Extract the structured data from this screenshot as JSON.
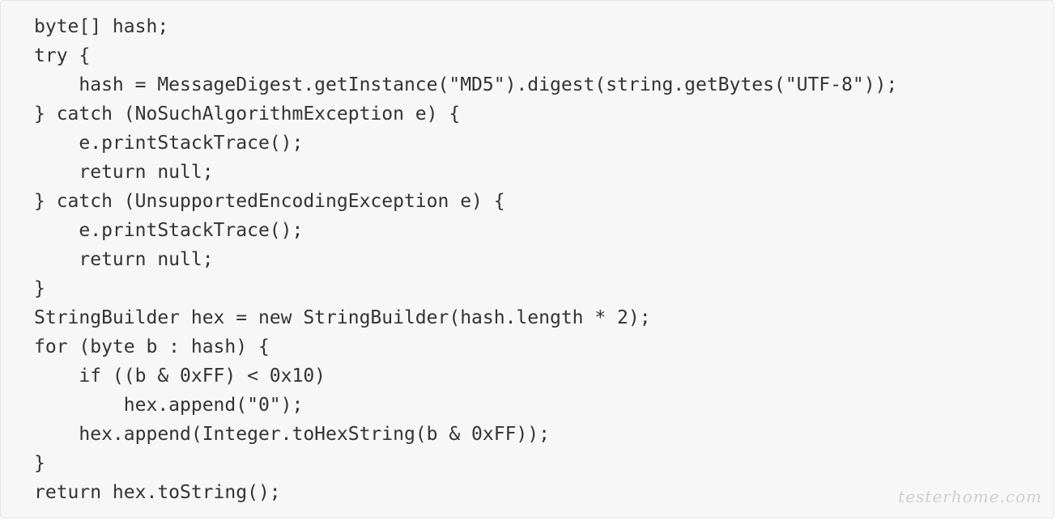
{
  "code": {
    "lines": [
      "byte[] hash;",
      "try {",
      "    hash = MessageDigest.getInstance(\"MD5\").digest(string.getBytes(\"UTF-8\"));",
      "} catch (NoSuchAlgorithmException e) {",
      "    e.printStackTrace();",
      "    return null;",
      "} catch (UnsupportedEncodingException e) {",
      "    e.printStackTrace();",
      "    return null;",
      "}",
      "StringBuilder hex = new StringBuilder(hash.length * 2);",
      "for (byte b : hash) {",
      "    if ((b & 0xFF) < 0x10)",
      "        hex.append(\"0\");",
      "    hex.append(Integer.toHexString(b & 0xFF));",
      "}",
      "return hex.toString();"
    ]
  },
  "watermark": {
    "text": "testerhome.com"
  }
}
